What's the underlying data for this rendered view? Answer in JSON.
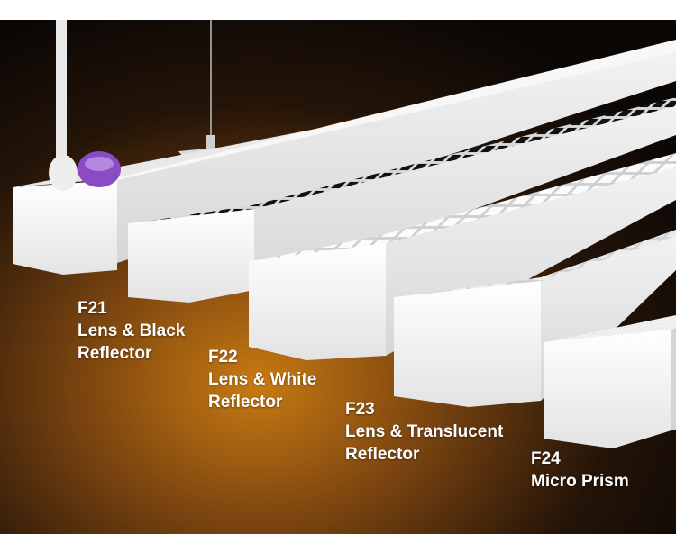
{
  "products": [
    {
      "code": "F21",
      "line1": "Lens & Black",
      "line2": "Reflector"
    },
    {
      "code": "F22",
      "line1": "Lens & White",
      "line2": "Reflector"
    },
    {
      "code": "F23",
      "line1": "Lens & Translucent",
      "line2": "Reflector"
    },
    {
      "code": "F24",
      "line1": "Micro Prism",
      "line2": ""
    }
  ],
  "colors": {
    "background_glow": "#c87a12",
    "background_dark": "#0b0705",
    "fixture_body": "#f4f4f4",
    "black_reflector": "#1a1a1a",
    "connector_accent": "#8a4bc4"
  }
}
